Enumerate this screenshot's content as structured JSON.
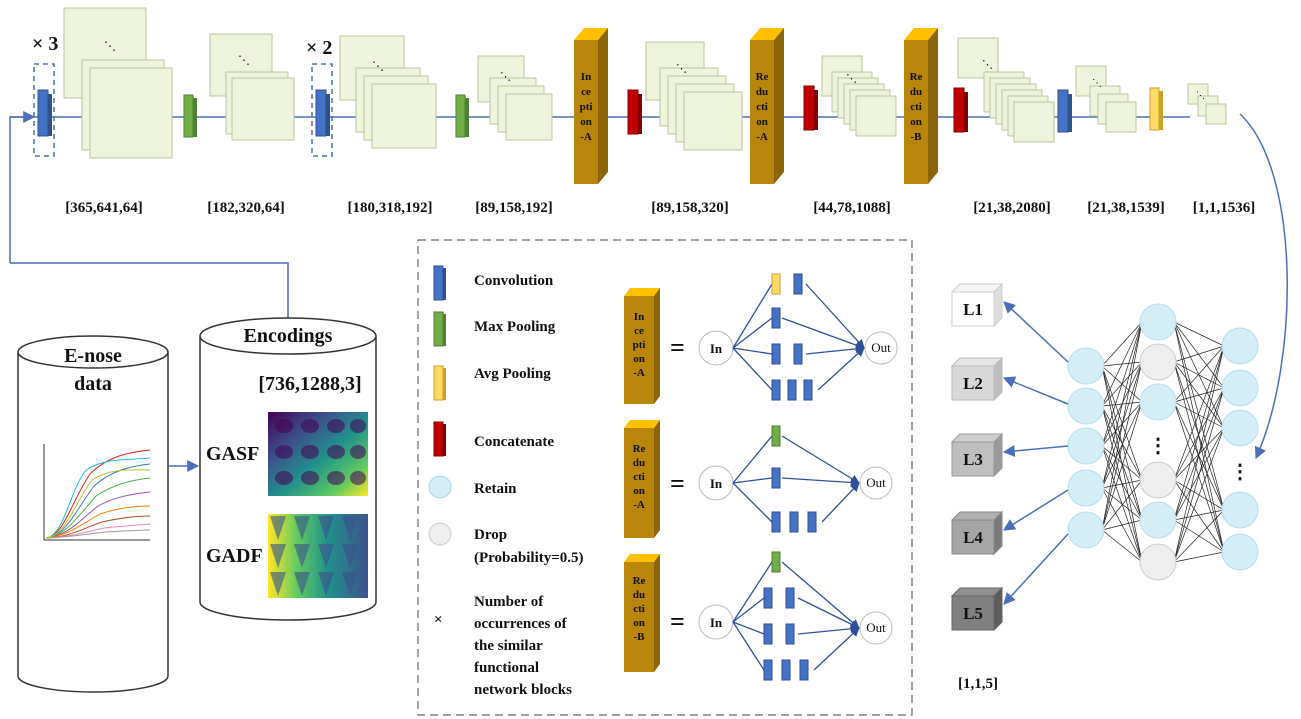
{
  "multipliers": [
    "× 3",
    "× 2"
  ],
  "dimensions": [
    "[365,641,64]",
    "[182,320,64]",
    "[180,318,192]",
    "[89,158,192]",
    "[89,158,320]",
    "[44,78,1088]",
    "[21,38,2080]",
    "[21,38,1539]",
    "[1,1,1536]"
  ],
  "block_labels": {
    "inception_a": [
      "In",
      "ce",
      "pti",
      "on",
      "-A"
    ],
    "reduction_a": [
      "Re",
      "du",
      "cti",
      "on",
      "-A"
    ],
    "reduction_b": [
      "Re",
      "du",
      "cti",
      "on",
      "-B"
    ]
  },
  "legend": {
    "convolution": "Convolution",
    "max_pooling": "Max Pooling",
    "avg_pooling": "Avg Pooling",
    "concatenate": "Concatenate",
    "retain": "Retain",
    "drop": [
      "Drop",
      "(Probability=0.5)"
    ],
    "times_symbol": "×",
    "occurrences": [
      "Number of",
      "occurrences of",
      "the similar",
      "functional",
      "network blocks"
    ]
  },
  "module_eq": {
    "equals": "=",
    "in": "In",
    "out": "Out"
  },
  "data": {
    "enose_title": [
      "E-nose",
      "data"
    ],
    "encodings_title": "Encodings",
    "encodings_dim": "[736,1288,3]",
    "gasf": "GASF",
    "gadf": "GADF"
  },
  "outputs": {
    "labels": [
      "L1",
      "L2",
      "L3",
      "L4",
      "L5"
    ],
    "dim": "[1,1,5]",
    "ellipsis": "⋮"
  },
  "colors": {
    "conv": "#4472c4",
    "maxpool": "#70ad47",
    "avgpool": "#ffd966",
    "concat": "#c00000",
    "block": "#b8860b",
    "feature": "#eef3dc",
    "retain": "#d4eef8",
    "drop": "#eeeeee",
    "arrow": "#4a6fb8"
  }
}
